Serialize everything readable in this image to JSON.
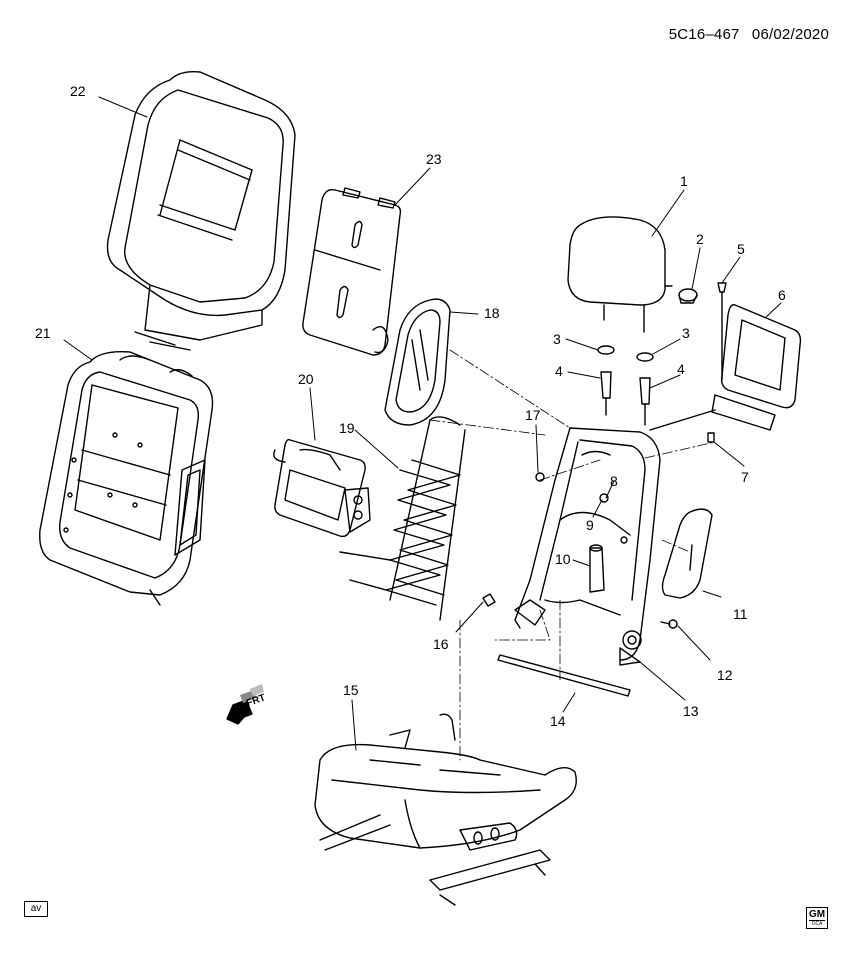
{
  "header": {
    "diagram_code": "5C16–467",
    "date": "06/02/2020"
  },
  "callouts": {
    "c1": "1",
    "c2": "2",
    "c3a": "3",
    "c3b": "3",
    "c4a": "4",
    "c4b": "4",
    "c5": "5",
    "c6": "6",
    "c7": "7",
    "c8": "8",
    "c9": "9",
    "c10": "10",
    "c11": "11",
    "c12": "12",
    "c13": "13",
    "c14": "14",
    "c15": "15",
    "c16": "16",
    "c17": "17",
    "c18": "18",
    "c19": "19",
    "c20": "20",
    "c21": "21",
    "c22": "22",
    "c23": "23"
  },
  "frt_indicator": {
    "label": "FRT"
  },
  "footer": {
    "tag": "av"
  },
  "logo": {
    "text": "GM",
    "sub": "OCA"
  }
}
